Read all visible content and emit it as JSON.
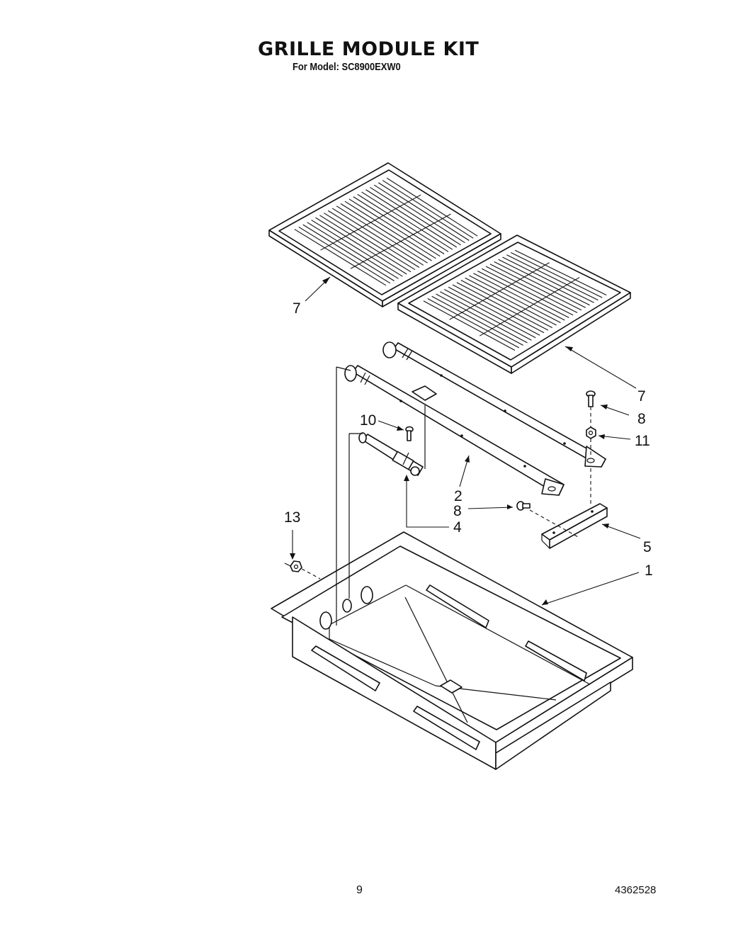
{
  "header": {
    "title": "GRILLE MODULE KIT",
    "model_line": "For Model: SC8900EXW0"
  },
  "callouts": {
    "c7_left": "7",
    "c7_right": "7",
    "c8_top": "8",
    "c11": "11",
    "c10": "10",
    "c2": "2",
    "c8_mid": "8",
    "c4": "4",
    "c5": "5",
    "c1": "1",
    "c13": "13"
  },
  "footer": {
    "page_number": "9",
    "document_number": "4362528"
  }
}
